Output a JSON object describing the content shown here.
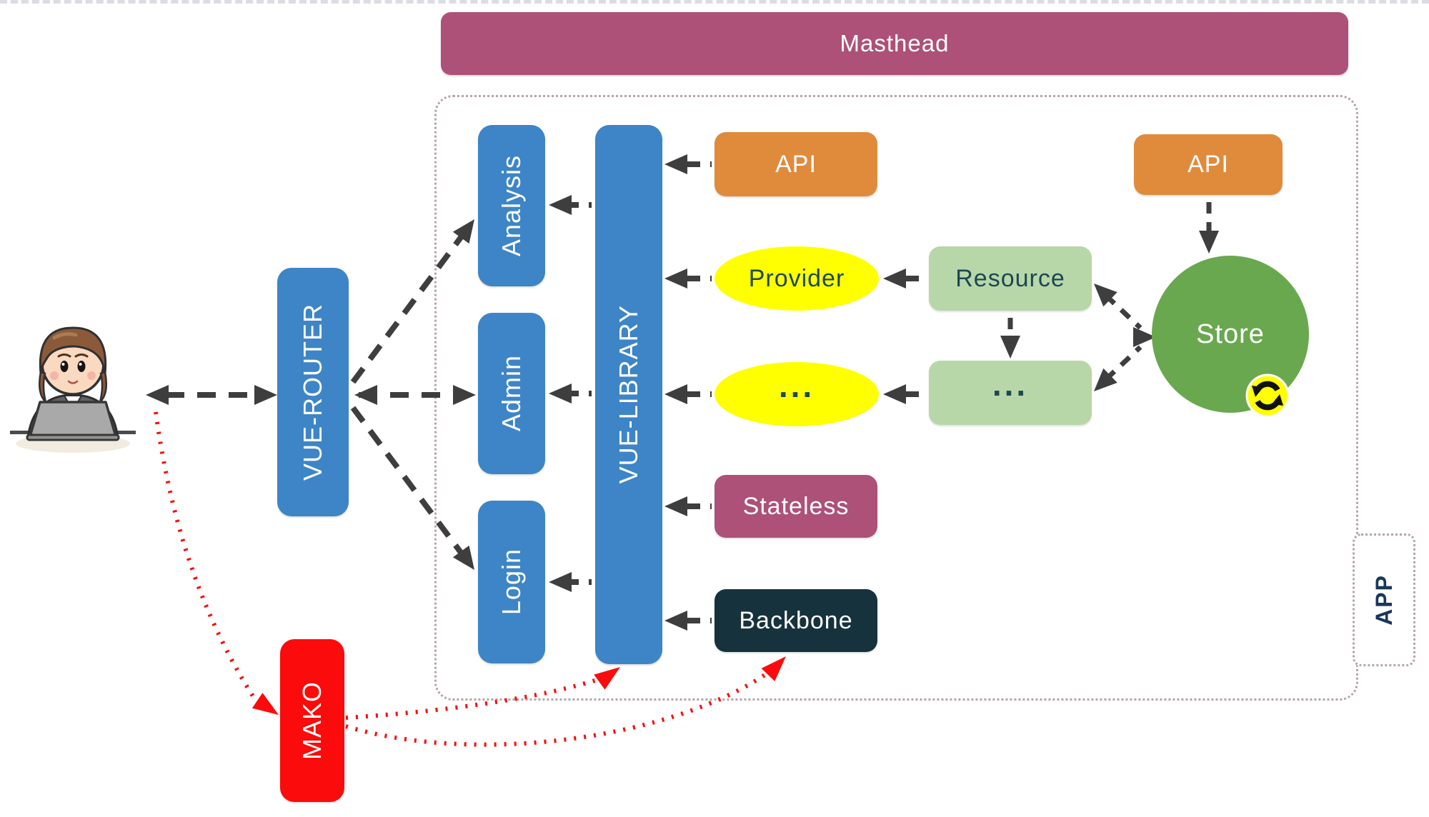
{
  "masthead": {
    "label": "Masthead"
  },
  "app": {
    "label": "APP"
  },
  "labels": {
    "vue_router": "VUE-ROUTER",
    "analysis": "Analysis",
    "admin": "Admin",
    "login": "Login",
    "vue_library": "VUE-LIBRARY",
    "api_left": "API",
    "provider": "Provider",
    "provider_more": "...",
    "stateless": "Stateless",
    "backbone": "Backbone",
    "resource": "Resource",
    "resource_more": "...",
    "api_right": "API",
    "store": "Store",
    "mako": "MAKO"
  },
  "colors": {
    "blue": "#3d85c6",
    "orange": "#e08b3c",
    "yellow": "#ffff00",
    "light_green": "#b8d7a9",
    "green": "#69a84f",
    "plum": "#ad5178",
    "dark_navy": "#16323c",
    "red": "#fb0b0b",
    "arrow_gray": "#3e3e3e",
    "dark_text": "#1d4851",
    "app_label_navy": "#19375c",
    "boundary_dots": "#b5a6a6"
  },
  "icons": {
    "store_sync": "sync-icon",
    "user": "person-at-laptop-illustration"
  }
}
